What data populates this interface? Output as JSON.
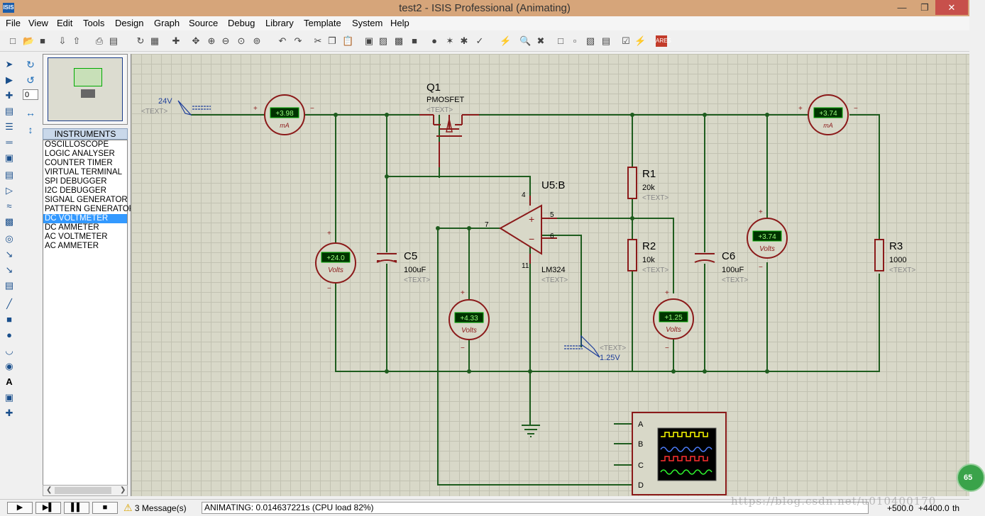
{
  "window": {
    "title": "test2 - ISIS Professional (Animating)",
    "icon_text": "ISIS",
    "min": "—",
    "max": "❐",
    "close": "✕"
  },
  "menu": [
    "File",
    "View",
    "Edit",
    "Tools",
    "Design",
    "Graph",
    "Source",
    "Debug",
    "Library",
    "Template",
    "System",
    "Help"
  ],
  "rotation_value": "0",
  "device_panel": {
    "header": "INSTRUMENTS",
    "items": [
      "OSCILLOSCOPE",
      "LOGIC ANALYSER",
      "COUNTER TIMER",
      "VIRTUAL TERMINAL",
      "SPI DEBUGGER",
      "I2C DEBUGGER",
      "SIGNAL GENERATOR",
      "PATTERN GENERATOR",
      "DC VOLTMETER",
      "DC AMMETER",
      "AC VOLTMETER",
      "AC AMMETER"
    ],
    "selected": "DC VOLTMETER"
  },
  "schematic": {
    "text_placeholder": "<TEXT>",
    "supply": {
      "label": "24V"
    },
    "ref_terminal": {
      "label": "1.25V"
    },
    "q1": {
      "ref": "Q1",
      "value": "PMOSFET"
    },
    "u5": {
      "ref": "U5:B",
      "value": "LM324",
      "pin4": "4",
      "pin5": "5",
      "pin6": "6",
      "pin7": "7",
      "pin11": "11"
    },
    "r1": {
      "ref": "R1",
      "value": "20k"
    },
    "r2": {
      "ref": "R2",
      "value": "10k"
    },
    "r3": {
      "ref": "R3",
      "value": "1000"
    },
    "c5": {
      "ref": "C5",
      "value": "100uF"
    },
    "c6": {
      "ref": "C6",
      "value": "100uF"
    },
    "meters": {
      "am1": {
        "reading": "+3.98",
        "unit": "mA"
      },
      "am2": {
        "reading": "+3.74",
        "unit": "mA"
      },
      "vm1": {
        "reading": "+24.0",
        "unit": "Volts"
      },
      "vm2": {
        "reading": "+4.33",
        "unit": "Volts"
      },
      "vm3": {
        "reading": "+1.25",
        "unit": "Volts"
      },
      "vm4": {
        "reading": "+3.74",
        "unit": "Volts"
      }
    },
    "scope": {
      "ch_a": "A",
      "ch_b": "B",
      "ch_c": "C",
      "ch_d": "D"
    },
    "plus": "+",
    "minus": "−"
  },
  "status": {
    "play": "▶",
    "step": "▶▌",
    "pause": "▌▌",
    "stop": "■",
    "messages": "3 Message(s)",
    "animating": "ANIMATING: 0.014637221s (CPU load 82%)",
    "coord_x": "+500.0",
    "coord_y": "+4400.0",
    "coord_unit": "th",
    "watermark": "https://blog.csdn.net/u010400170",
    "badge": "65"
  },
  "colors": {
    "wire": "#1e5c1e",
    "component": "#8b1a1a",
    "meter_display": "#003300",
    "meter_text": "#9cff7f",
    "selected": "#3399ff"
  }
}
